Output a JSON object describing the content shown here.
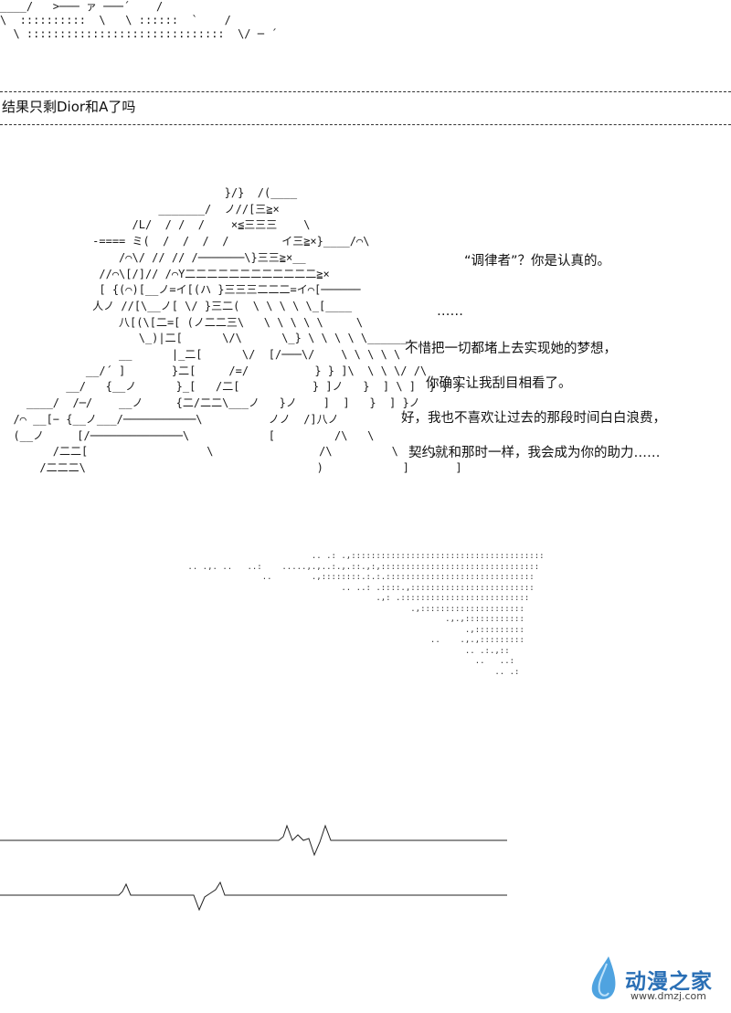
{
  "caption": "结果只剩Dior和A了吗",
  "top_art": "____/   >─── ァ ───´    /\n\\  ::::::::::  \\   \\ ::::::  `    /\n  \\ ::::::::::::::::::::::::::::::  \\/ ─ ´",
  "character_art": "                                  }/}  /(____\n                        _______/  ノ//[三≧×\n                    /L/  / /  /    ×≦三三三    \\\n              -==== ミ(  /  /  /  /        イ三≧×}____/⌒\\\n                  /⌒\\/ // // /───────\\}三三≧×__\n               //⌒\\[/]// /⌒Y二二二二二二二二二二二二≧×\n               [ {(⌒)[__ノ=イ[(ハ }三三三二二二=イ⌒[──────\n              人ノ //[\\__ノ[ \\/ }三二(  \\ \\ \\ \\ \\_[____\n                  八[(\\[二=[ (ノ二二三\\   \\ \\ \\ \\ \\     \\\n                     \\_)|二[      \\/\\      \\_} \\ \\ \\ \\ \\______,\n                  __      |_二[      \\/  [/───\\/    \\ \\ \\ \\ \\\n             __/´ ]       }二[     /=/          } } ]\\  \\ \\ \\/ /\\\n          __/   {__ノ      }_[   /二[           } ]ノ   }  ] \\ ]  } } }\n    ____/  /─/    __ノ     {二/二二\\___ノ   }ノ    ]  ]   }  ] }ノ\n  /⌒ __[− {__ノ___/───────────\\          ノノ  /]八ノ\n  (__ノ     [/──────────────\\            [         /\\   \\\n        /二二[                  \\                /\\         \\     ,\n      /二二二\\                                   )            ]       ]",
  "speech_lines": [
    "“调律者”？你是认真的。",
    "……",
    "不惜把一切都堵上去实现她的梦想，",
    "你确实让我刮目相看了。",
    "好，我也不喜欢让过去的那段时间白白浪费，",
    "契约就和那时一样，我会成为你的助力……"
  ],
  "dots_art": "                          .. .: .,:::::::::::::::::::::::::::::::::::::::\n .. .,. ..   ..:    .....,.,..:.,.::.,:,::::::::::::::::::::::::::::::::\n                ..        .,::::::::.:.:.::::::::::::::::::::::::::::::\n                                .. ..: .::::.,:::::::::::::::::::::::::\n                                       .,: .::::::::::::::::::::::::::\n                                              .,:::::::::::::::::::::\n                                                     .,.,::::::::::::\n                                                         .,::::::::::\n                                                  ..    .,.,:::::::::\n                                                         .. .:.,::\n                                                           ..   ..:\n                                                               .. .:",
  "watermark": {
    "title": "动漫之家",
    "url": "www.dmzj.com",
    "color": "#2a6fb5"
  }
}
